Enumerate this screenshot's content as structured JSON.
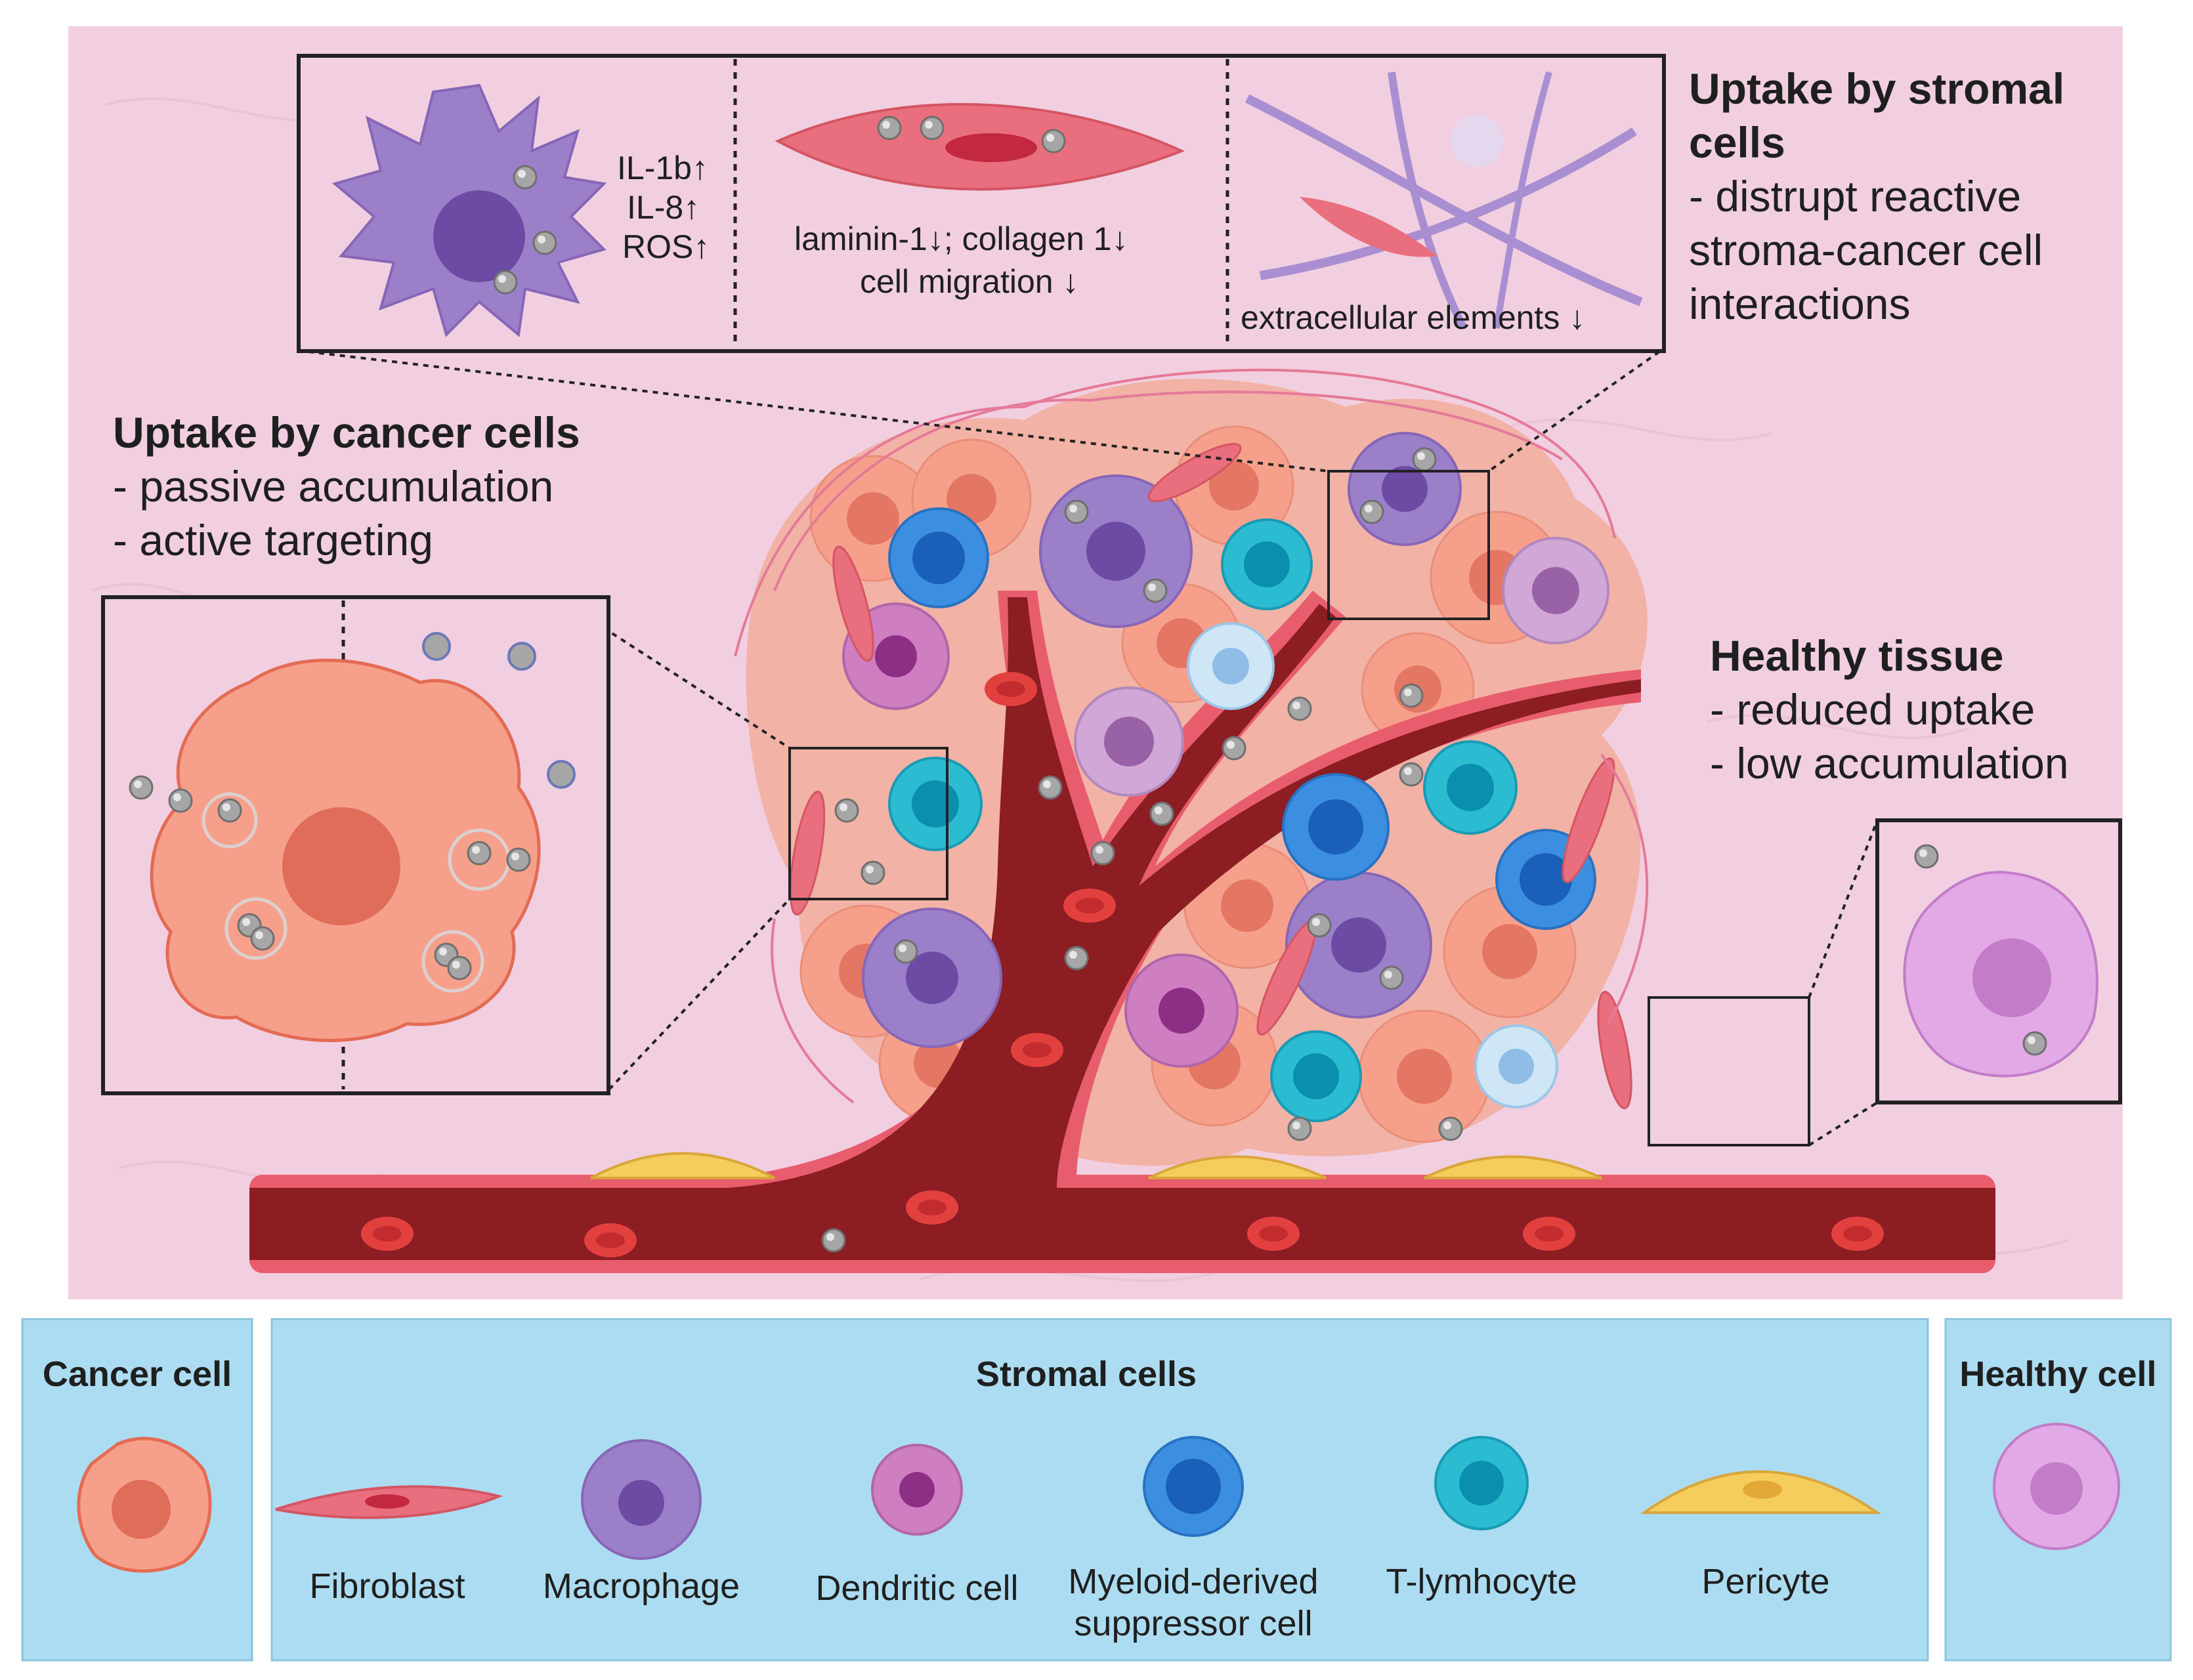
{
  "colors": {
    "tissue_bg": "#f1cfe0",
    "legend_bg": "#acdcf1",
    "vessel_outer": "#e85d6e",
    "vessel_inner": "#8b1d23",
    "rbc": "#e2403f",
    "cancer": "#f6a08b",
    "cancer_nucleus": "#df6d5a",
    "macrophage": "#9b80c9",
    "macrophage_nucleus": "#6c4ba4",
    "dendritic": "#cf7ec2",
    "dendritic_nucleus": "#8e2f86",
    "mdsc": "#3c8fe0",
    "mdsc_nucleus": "#1a5fb8",
    "tcell": "#2cbcd2",
    "tcell_nucleus": "#0b8fae",
    "pericyte": "#f4cd5c",
    "fibroblast": "#ea6f7e",
    "healthy": "#e3a8e6",
    "healthy_nucleus": "#c27cc8",
    "nanoparticle": "#a9a9a9"
  },
  "stromal_inset": {
    "macrophage_effects": [
      "IL-1b↑",
      "IL-8↑",
      "ROS↑"
    ],
    "fibroblast_effects": [
      "laminin-1↓; collagen 1↓",
      "cell migration ↓"
    ],
    "ecm_effects": "extracellular elements ↓"
  },
  "stromal_uptake": {
    "title_lines": [
      "Uptake by stromal",
      "cells"
    ],
    "points": [
      "- distrupt reactive",
      "stroma-cancer cell",
      "interactions"
    ]
  },
  "cancer_uptake": {
    "title": "Uptake by cancer cells",
    "points": [
      "- passive accumulation",
      "- active targeting"
    ]
  },
  "healthy_tissue": {
    "title": "Healthy tissue",
    "points": [
      "- reduced uptake",
      "- low accumulation"
    ]
  },
  "legend": {
    "cancer_title": "Cancer cell",
    "stromal_title": "Stromal cells",
    "healthy_title": "Healthy cell",
    "stromal_items": {
      "fibroblast": "Fibroblast",
      "macrophage": "Macrophage",
      "dendritic": "Dendritic cell",
      "mdsc": [
        "Myeloid-derived",
        "suppressor cell"
      ],
      "tcell": "T-lymhocyte",
      "pericyte": "Pericyte"
    }
  }
}
